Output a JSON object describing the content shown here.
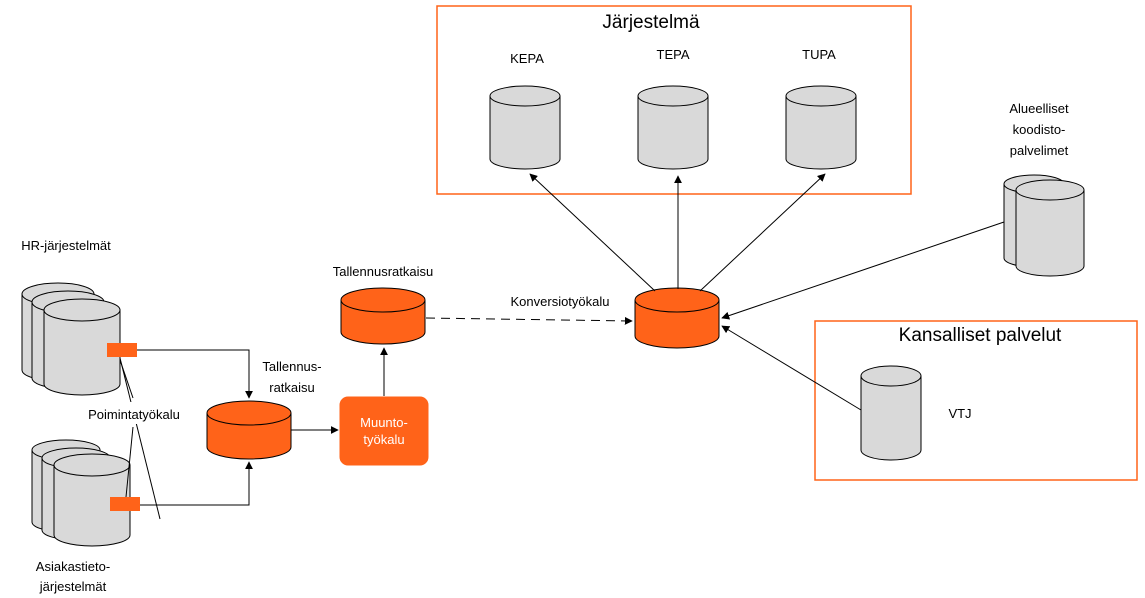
{
  "colors": {
    "accent": "#FF6319",
    "accent_stroke": "#E8550F",
    "grey_fill": "#D9D9D9",
    "stroke": "#000000"
  },
  "boxes": {
    "system_title": "Järjestelmä",
    "national_title": "Kansalliset palvelut"
  },
  "databases": {
    "kepa": "KEPA",
    "tepa": "TEPA",
    "tupa": "TUPA",
    "vtj": "VTJ"
  },
  "regional": {
    "line1": "Alueelliset",
    "line2": "koodisto-",
    "line3": "palvelimet"
  },
  "sources": {
    "hr": "HR-järjestelmät",
    "customer_line1": "Asiakastieto-",
    "customer_line2": "järjestelmät",
    "extraction_tool": "Poimintatyökalu"
  },
  "storage": {
    "intermediate_line1": "Tallennus-",
    "intermediate_line2": "ratkaisu",
    "main": "Tallennusratkaisu"
  },
  "transform": {
    "line1": "Muunto-",
    "line2": "työkalu"
  },
  "conversion": {
    "label": "Konversiotyökalu"
  }
}
